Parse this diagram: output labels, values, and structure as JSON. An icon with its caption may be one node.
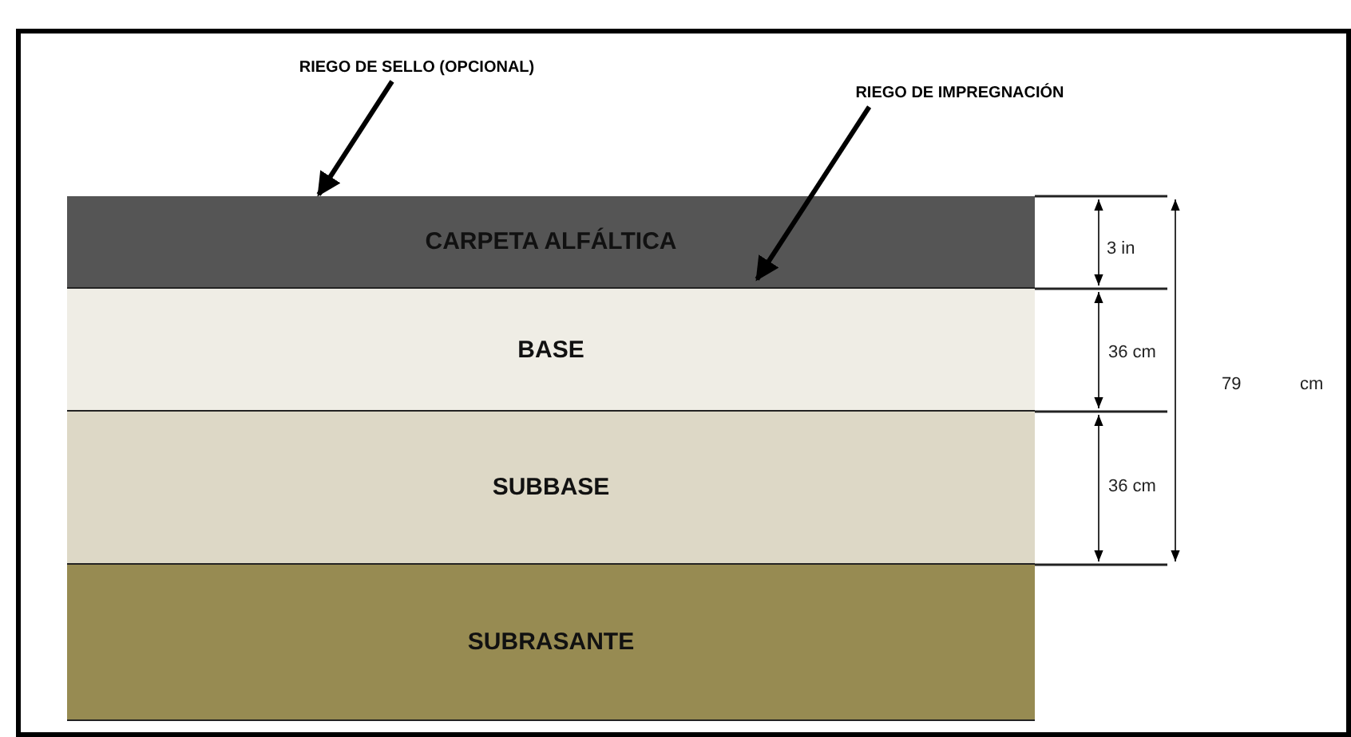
{
  "diagram": {
    "nodes": [
      {
        "text": [
          "RIEGO DE SELLO (OPCIONAL)"
        ]
      },
      {
        "text": [
          "RIEGO DE IMPREGNACIÓN"
        ]
      },
      {
        "text": [
          "CARPETA ALFÁLTICA"
        ]
      },
      {
        "text": [
          "BASE"
        ]
      },
      {
        "text": [
          "SUBBASE"
        ]
      },
      {
        "text": [
          "SUBRASANTE"
        ]
      }
    ],
    "edges": [
      {
        "from": 0,
        "to": 2,
        "arrow": "to"
      },
      {
        "from": 1,
        "to": 2,
        "arrow": "to"
      }
    ],
    "labels": [
      "3 in",
      "36 cm",
      "36 cm",
      "79",
      "cm"
    ]
  }
}
